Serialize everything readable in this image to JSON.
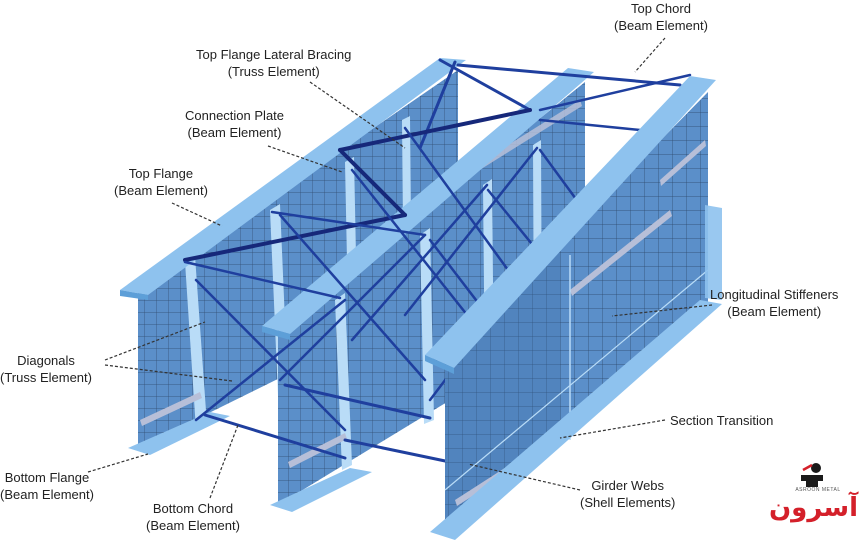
{
  "colors": {
    "flange_top": "#8ec2ee",
    "flange_side": "#5d9fd8",
    "web": "#5b8fc9",
    "web_dark": "#3f6fa8",
    "mesh": "#20324d",
    "stiffener": "#b9dcf7",
    "bracing": "#1f3f9e",
    "bracing_dark": "#16287a",
    "long_stiffener": "#b7bfd8",
    "leader": "#333333",
    "logo_red": "#d4202a"
  },
  "labels": {
    "top_flange_lateral_bracing": {
      "line1": "Top Flange Lateral Bracing",
      "line2": "(Truss Element)"
    },
    "top_chord": {
      "line1": "Top Chord",
      "line2": "(Beam Element)"
    },
    "connection_plate": {
      "line1": "Connection Plate",
      "line2": "(Beam Element)"
    },
    "top_flange": {
      "line1": "Top Flange",
      "line2": "(Beam Element)"
    },
    "longitudinal_stiffeners": {
      "line1": "Longitudinal Stiffeners",
      "line2": "(Beam Element)"
    },
    "diagonals": {
      "line1": "Diagonals",
      "line2": "(Truss Element)"
    },
    "section_transition": {
      "line1": "Section Transition"
    },
    "bottom_flange": {
      "line1": "Bottom Flange",
      "line2": "(Beam Element)"
    },
    "girder_webs": {
      "line1": "Girder Webs",
      "line2": "(Shell Elements)"
    },
    "bottom_chord": {
      "line1": "Bottom Chord",
      "line2": "(Beam Element)"
    }
  },
  "logo": {
    "icon": "anvil-hammer-icon",
    "small_text": "ASROON METAL",
    "main_text": "آسرون"
  }
}
